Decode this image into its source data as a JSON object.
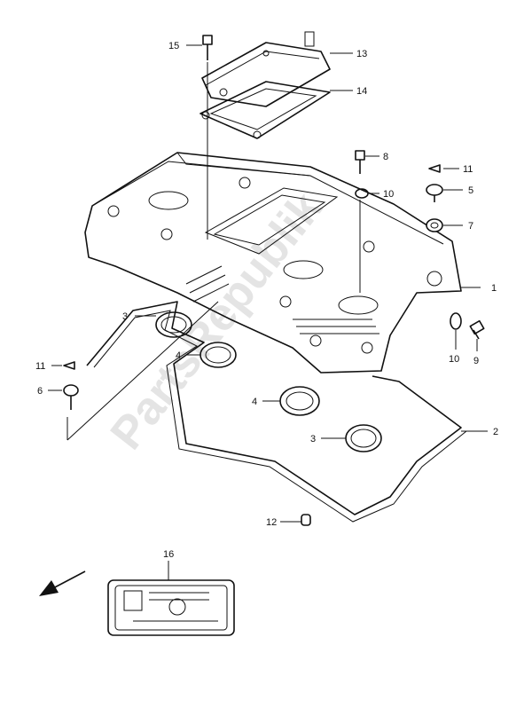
{
  "watermark": "PartsRepublik",
  "callouts": [
    {
      "id": "c15",
      "number": "15"
    },
    {
      "id": "c13",
      "number": "13"
    },
    {
      "id": "c14",
      "number": "14"
    },
    {
      "id": "c8",
      "number": "8"
    },
    {
      "id": "c11a",
      "number": "11"
    },
    {
      "id": "c10a",
      "number": "10"
    },
    {
      "id": "c5",
      "number": "5"
    },
    {
      "id": "c7",
      "number": "7"
    },
    {
      "id": "c1",
      "number": "1"
    },
    {
      "id": "c3a",
      "number": "3"
    },
    {
      "id": "c10b",
      "number": "10"
    },
    {
      "id": "c9",
      "number": "9"
    },
    {
      "id": "c4a",
      "number": "4"
    },
    {
      "id": "c11b",
      "number": "11"
    },
    {
      "id": "c6",
      "number": "6"
    },
    {
      "id": "c4b",
      "number": "4"
    },
    {
      "id": "c3b",
      "number": "3"
    },
    {
      "id": "c2",
      "number": "2"
    },
    {
      "id": "c12",
      "number": "12"
    },
    {
      "id": "c16",
      "number": "16"
    }
  ]
}
